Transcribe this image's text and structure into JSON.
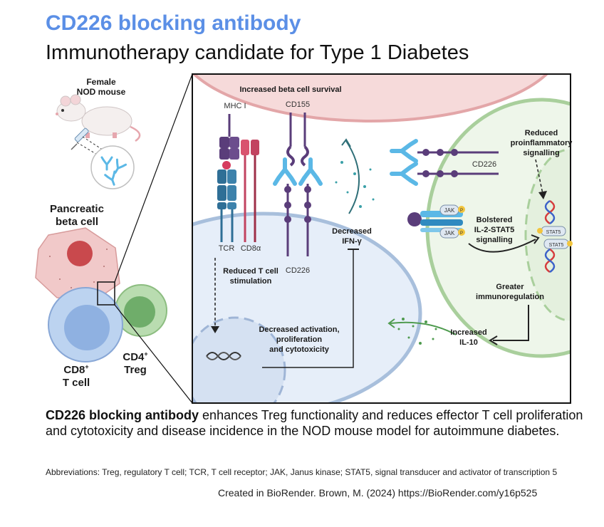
{
  "title": "CD226 blocking antibody",
  "subtitle": "Immunotherapy candidate for Type 1 Diabetes",
  "left_panel": {
    "mouse_label_line1": "Female",
    "mouse_label_line2": "NOD mouse",
    "beta_cell_line1": "Pancreatic",
    "beta_cell_line2": "beta cell",
    "cd8_line1": "CD8",
    "cd8_sup": "+",
    "cd8_line2": "T cell",
    "cd4_line1": "CD4",
    "cd4_sup": "+",
    "cd4_line2": "Treg"
  },
  "inset": {
    "beta_survival": "Increased beta cell survival",
    "mhc": "MHC I",
    "cd155": "CD155",
    "tcr": "TCR",
    "cd8a": "CD8α",
    "cd226_left": "CD226",
    "cd226_right": "CD226",
    "ifn_line1": "Decreased",
    "ifn_line2": "IFN-γ",
    "reduced_tcell_line1": "Reduced T cell",
    "reduced_tcell_line2": "stimulation",
    "decreased_act_line1": "Decreased activation,",
    "decreased_act_line2": "proliferation",
    "decreased_act_line3": "and cytotoxicity",
    "reduced_proinfl_line1": "Reduced",
    "reduced_proinfl_line2": "proinflammatory",
    "reduced_proinfl_line3": "signalling",
    "bolstered_line1": "Bolstered",
    "bolstered_line2": "IL-2-STAT5",
    "bolstered_line3": "signalling",
    "greater_line1": "Greater",
    "greater_line2": "immunoregulation",
    "il10_line1": "Increased",
    "il10_line2": "IL-10",
    "jak1": "JAK",
    "jak2": "JAK",
    "stat5a": "STAT5",
    "stat5b": "STAT5",
    "p": "P"
  },
  "caption_bold": "CD226 blocking antibody",
  "caption_rest": " enhances Treg functionality and reduces effector T cell proliferation and cytotoxicity and disease incidence in the NOD mouse model for autoimmune diabetes.",
  "abbreviations": "Abbreviations: Treg, regulatory T cell; TCR, T cell receptor; JAK, Janus kinase; STAT5, signal transducer and activator of transcription 5",
  "credit": "Created in BioRender. Brown, M. (2024) https://BioRender.com/y16p525",
  "colors": {
    "title_blue": "#5b8fe6",
    "beta_cell": "#f1c9c9",
    "cd8_cell": "#bcd3f0",
    "treg_cell": "#b9dcb0",
    "antibody": "#5bb8e6",
    "cd226": "#5a3d7a",
    "tcr": "#2f6f96"
  }
}
